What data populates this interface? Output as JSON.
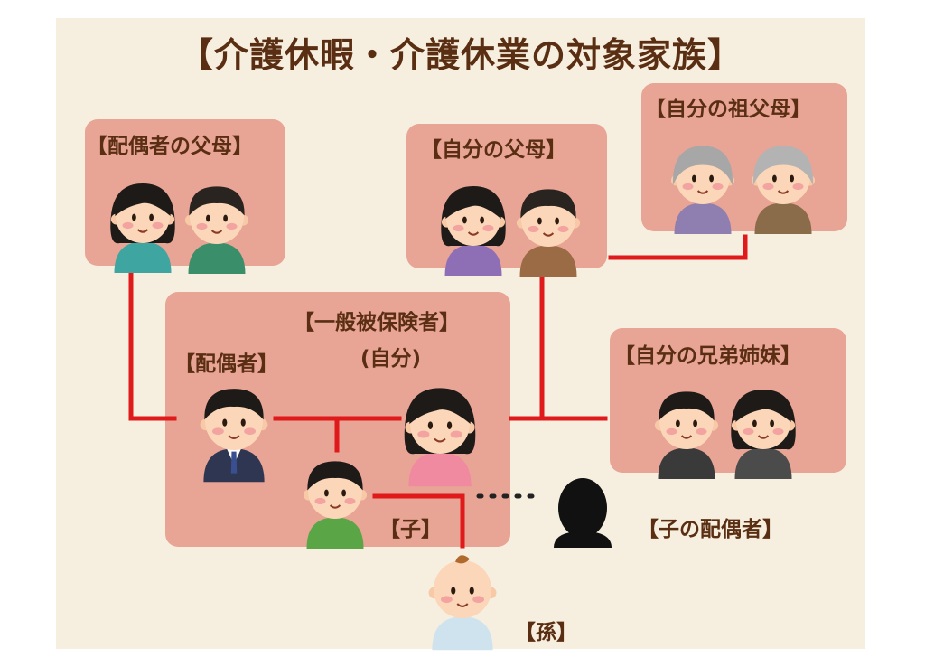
{
  "title": "【介護休暇・介護休業の対象家族】",
  "labels": {
    "spouse_parents": "【配偶者の父母】",
    "own_parents": "【自分の父母】",
    "grandparents": "【自分の祖父母】",
    "insured": "【一般被保険者】",
    "self": "(自分)",
    "spouse": "【配偶者】",
    "siblings": "【自分の兄弟姉妹】",
    "child": "【子】",
    "child_spouse": "【子の配偶者】",
    "grandchild": "【孫】"
  },
  "colors": {
    "background": "#f6eedf",
    "box": "#e8a494",
    "line": "#e0191b",
    "text": "#5a2e12"
  }
}
